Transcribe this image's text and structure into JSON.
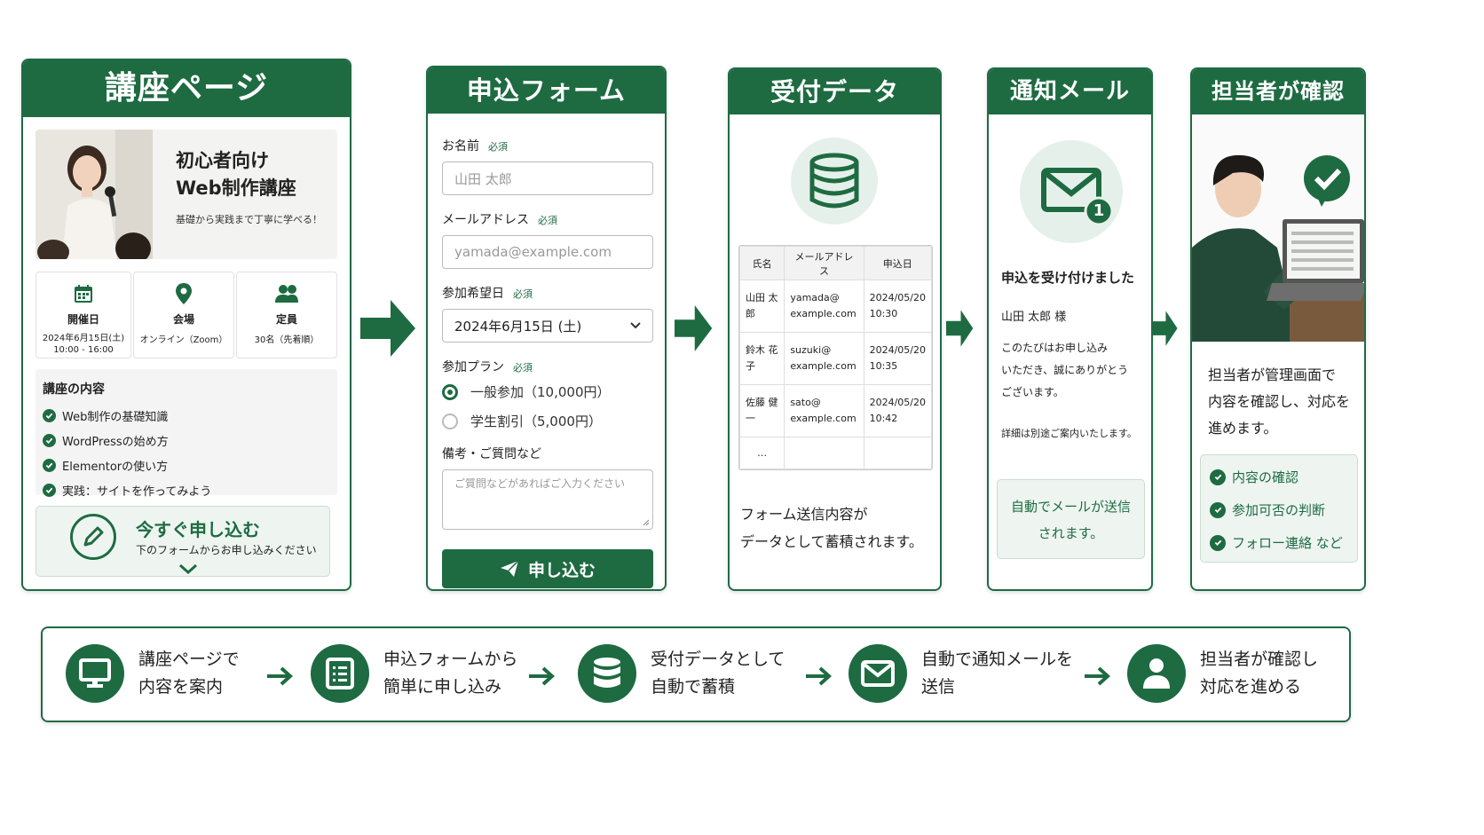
{
  "colors": {
    "primary": "#1e6b42",
    "light": "#eef5f0",
    "border": "#1f6b45"
  },
  "course_page": {
    "title": "講座ページ",
    "hero": {
      "title_line1": "初心者向け",
      "title_line2": "Web制作講座",
      "subtitle": "基礎から実践まで丁寧に学べる！"
    },
    "info": [
      {
        "icon": "calendar-icon",
        "label": "開催日",
        "value": "2024年6月15日(土)",
        "value2": "10:00 - 16:00"
      },
      {
        "icon": "location-pin-icon",
        "label": "会場",
        "value": "オンライン（Zoom）",
        "value2": ""
      },
      {
        "icon": "people-icon",
        "label": "定員",
        "value": "30名（先着順）",
        "value2": ""
      }
    ],
    "content_title": "講座の内容",
    "content_items": [
      "Web制作の基礎知識",
      "WordPressの始め方",
      "Elementorの使い方",
      "実践：サイトを作ってみよう"
    ],
    "cta": {
      "title": "今すぐ申し込む",
      "subtitle": "下のフォームからお申し込みください"
    }
  },
  "form": {
    "title": "申込フォーム",
    "required": "必須",
    "name_label": "お名前",
    "name_value": "山田 太郎",
    "email_label": "メールアドレス",
    "email_value": "yamada@example.com",
    "date_label": "参加希望日",
    "date_value": "2024年6月15日 (土)",
    "plan_label": "参加プラン",
    "plans": [
      "一般参加（10,000円）",
      "学生割引（5,000円）"
    ],
    "notes_label": "備考・ご質問など",
    "notes_placeholder": "ご質問などがあればご入力ください",
    "submit": "申し込む"
  },
  "data": {
    "title": "受付データ",
    "headers": [
      "氏名",
      "メールアドレス",
      "申込日"
    ],
    "rows": [
      {
        "name": "山田 太郎",
        "email1": "yamada@",
        "email2": "example.com",
        "date1": "2024/05/20",
        "date2": "10:30"
      },
      {
        "name": "鈴木 花子",
        "email1": "suzuki@",
        "email2": "example.com",
        "date1": "2024/05/20",
        "date2": "10:35"
      },
      {
        "name": "佐藤 健一",
        "email1": "sato@",
        "email2": "example.com",
        "date1": "2024/05/20",
        "date2": "10:42"
      }
    ],
    "ellipsis": "…",
    "caption1": "フォーム送信内容が",
    "caption2": "データとして蓄積されます。"
  },
  "mail": {
    "title": "通知メール",
    "badge": "1",
    "subject": "申込を受け付けました",
    "to": "山田 太郎 様",
    "body1": "このたびはお申し込み",
    "body2": "いただき、誠にありがとう",
    "body3": "ございます。",
    "body4": "詳細は別途ご案内いたします。",
    "note1": "自動でメールが送信",
    "note2": "されます。"
  },
  "staff": {
    "title": "担当者が確認",
    "desc1": "担当者が管理画面で",
    "desc2": "内容を確認し、対応を",
    "desc3": "進めます。",
    "items": [
      "内容の確認",
      "参加可否の判断",
      "フォロー連絡 など"
    ]
  },
  "flow": [
    {
      "icon": "monitor-icon",
      "line1": "講座ページで",
      "line2": "内容を案内"
    },
    {
      "icon": "form-list-icon",
      "line1": "申込フォームから",
      "line2": "簡単に申し込み"
    },
    {
      "icon": "database-icon",
      "line1": "受付データとして",
      "line2": "自動で蓄積"
    },
    {
      "icon": "mail-icon",
      "line1": "自動で通知メールを",
      "line2": "送信"
    },
    {
      "icon": "user-icon",
      "line1": "担当者が確認し",
      "line2": "対応を進める"
    }
  ]
}
